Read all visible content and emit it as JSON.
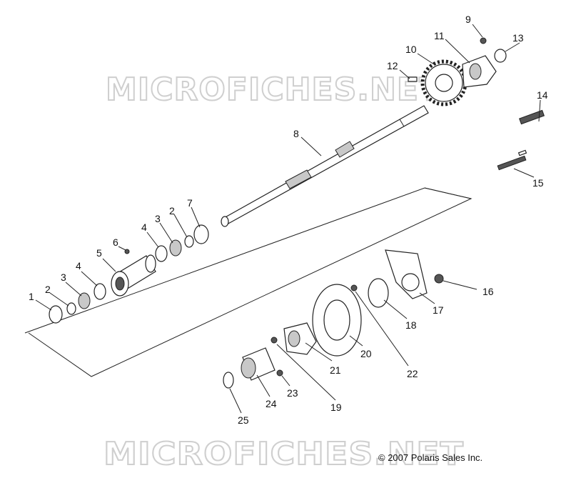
{
  "watermark_top": "MICROFICHES.NET",
  "watermark_bottom": "MICROFICHES.NET",
  "copyright": "© 2007 Polaris Sales Inc.",
  "callouts": [
    "1",
    "2",
    "3",
    "4",
    "5",
    "6",
    "4",
    "3",
    "2",
    "7",
    "8",
    "9",
    "10",
    "11",
    "12",
    "13",
    "14",
    "15",
    "16",
    "17",
    "18",
    "19",
    "20",
    "21",
    "22",
    "23",
    "24",
    "25"
  ]
}
